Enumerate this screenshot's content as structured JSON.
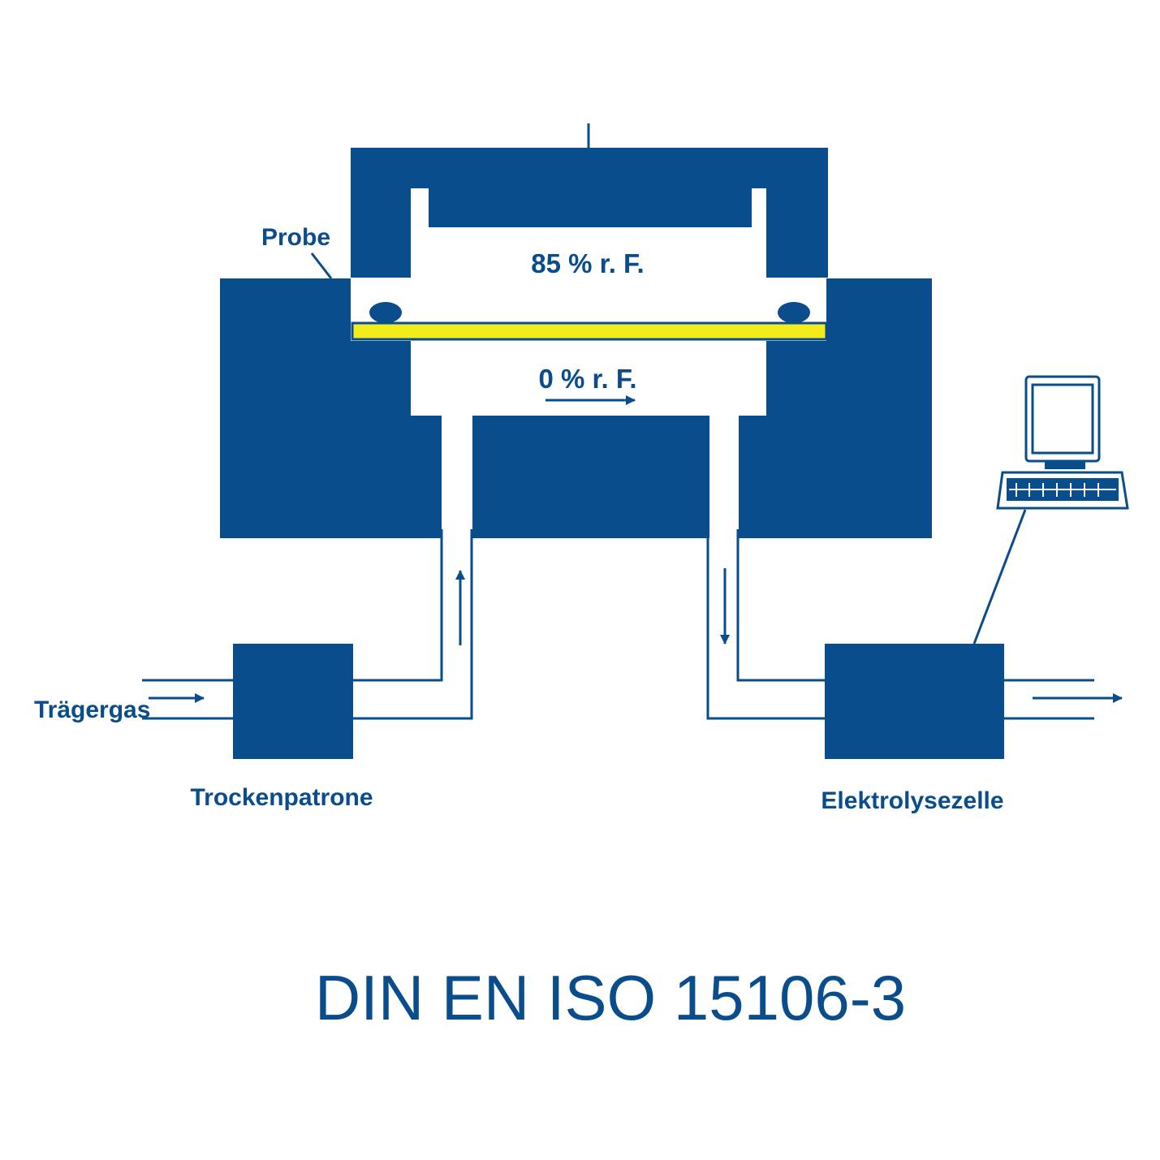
{
  "colors": {
    "primary": "#0a4d8c",
    "sample": "#f2ec1c",
    "background": "#ffffff"
  },
  "labels": {
    "probe": "Probe",
    "upper_condition": "85 % r. F.",
    "lower_condition": "0 % r. F.",
    "carrier_gas": "Trägergas",
    "drying_cartridge": "Trockenpatrone",
    "electrolysis_cell": "Elektrolysezelle"
  },
  "standard": "DIN EN ISO 15106-3",
  "icons": {
    "computer": "computer-terminal-icon"
  }
}
